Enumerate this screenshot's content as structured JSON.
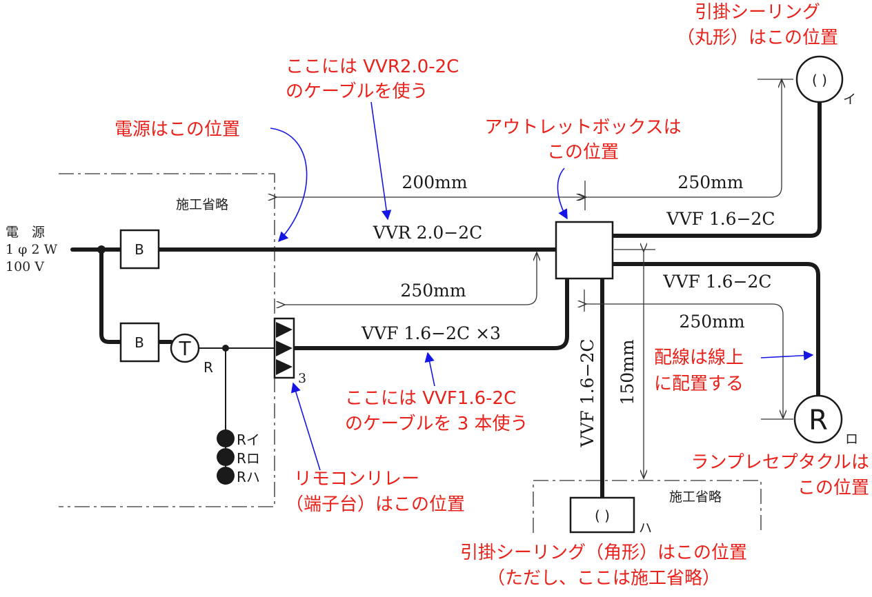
{
  "power_label": [
    "電　源",
    "1 φ 2 W",
    "100 V"
  ],
  "breaker_label": "B",
  "transformer_label": "T",
  "transformer_sub": "R",
  "terminal_count": "3",
  "relays": [
    "Rイ",
    "Rロ",
    "Rハ"
  ],
  "omit_label": "施工省略",
  "dims": {
    "top_left": "200mm",
    "top_right": "250mm",
    "middle_left": "250mm",
    "right_lower": "250mm",
    "vertical": "150mm"
  },
  "cables": {
    "main": "VVR 2.0−2C",
    "upper_right": "VVF 1.6−2C",
    "lower_right": "VVF 1.6−2C",
    "remote": "VVF 1.6−2C ×3",
    "vertical": "VVF 1.6−2C"
  },
  "fixture_marks": {
    "ceiling_round": "イ",
    "receptacle_symbol": "R",
    "receptacle": "ロ",
    "ceiling_square": "ハ"
  },
  "notes": {
    "ceiling_round": [
      "引掛シーリング",
      "（丸形）はこの位置"
    ],
    "vvr_cable": [
      "ここには VVR2.0-2C",
      "のケーブルを使う"
    ],
    "power_pos": "電源はこの位置",
    "outlet_box": [
      "アウトレットボックスは",
      "この位置"
    ],
    "wiring": [
      "配線は線上",
      "に配置する"
    ],
    "vvf_cable": [
      "ここには VVF1.6-2C",
      "のケーブルを 3 本使う"
    ],
    "receptacle": [
      "ランプレセプタクルは",
      "この位置"
    ],
    "relay": [
      "リモコンリレー",
      "（端子台）はこの位置"
    ],
    "ceiling_square": [
      "引掛シーリング（角形）はこの位置",
      "（ただし、ここは施工省略）"
    ]
  },
  "colors": {
    "annotation_text": "#e8221a",
    "annotation_arrow": "#1515e6",
    "wire": "#1a1a1a"
  }
}
